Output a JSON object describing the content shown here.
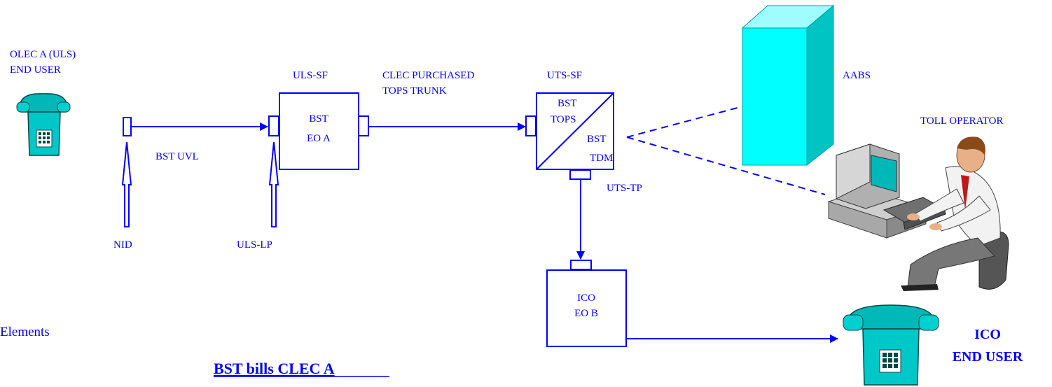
{
  "labels": {
    "olec_line1": "OLEC A (ULS)",
    "olec_line2": "END USER",
    "uls_sf": "ULS-SF",
    "clec_line1": "CLEC PURCHASED",
    "clec_line2": "TOPS TRUNK",
    "uts_sf": "UTS-SF",
    "aabs": "AABS",
    "toll_operator": "TOLL  OPERATOR",
    "bst_uvl": "BST UVL",
    "nid": "NID",
    "uls_lp": "ULS-LP",
    "uts_tp": "UTS-TP",
    "elements": "Elements",
    "bills": "BST bills CLEC A",
    "ico_end_line1": "ICO",
    "ico_end_line2": "END USER"
  },
  "boxes": {
    "eo_a_line1": "BST",
    "eo_a_line2": "EO A",
    "tops_line1": "BST",
    "tops_line2": "TOPS",
    "tdm_line1": "BST",
    "tdm_line2": "TDM",
    "ico_line1": "ICO",
    "ico_line2": "EO B"
  },
  "colors": {
    "line": "#0000ff",
    "phone": "#00c8c8",
    "tower": "#00ffff"
  },
  "icons": [
    "telephone-icon",
    "telephone-icon",
    "server-tower-icon",
    "operator-workstation-icon"
  ]
}
